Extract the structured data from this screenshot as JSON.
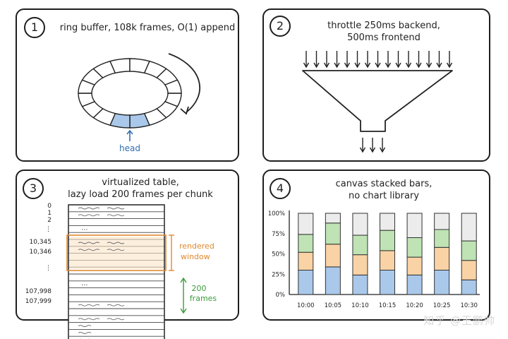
{
  "panels": [
    {
      "number": "1",
      "title": "ring buffer, 108k frames, O(1) append",
      "head_label": "head"
    },
    {
      "number": "2",
      "title_line1": "throttle 250ms backend,",
      "title_line2": "500ms frontend"
    },
    {
      "number": "3",
      "title_line1": "virtualized table,",
      "title_line2": "lazy load 200 frames per chunk",
      "row_labels": [
        "0",
        "1",
        "2",
        "⋮",
        "10,345",
        "10,346",
        "⋮",
        "107,998",
        "107,999"
      ],
      "rendered_label_line1": "rendered",
      "rendered_label_line2": "window",
      "frames_label_line1": "200",
      "frames_label_line2": "frames"
    },
    {
      "number": "4",
      "title_line1": "canvas stacked bars,",
      "title_line2": "no chart library"
    }
  ],
  "colors": {
    "blue": "#a9c8ea",
    "orange": "#f9d3a6",
    "green": "#bfe3b4",
    "gray": "#ececec",
    "head": "#2f6fb3",
    "window": "#e0892e",
    "frames": "#3a9a3a"
  },
  "chart_data": {
    "type": "bar",
    "stacked": true,
    "categories": [
      "10:00",
      "10:05",
      "10:10",
      "10:15",
      "10:20",
      "10:25",
      "10:30"
    ],
    "yticks": [
      "100%",
      "75%",
      "50%",
      "25%",
      "0%"
    ],
    "ylim": [
      0,
      100
    ],
    "series": [
      {
        "color": "blue",
        "values": [
          30,
          34,
          24,
          30,
          24,
          30,
          18
        ]
      },
      {
        "color": "orange",
        "values": [
          22,
          28,
          25,
          24,
          22,
          28,
          24
        ]
      },
      {
        "color": "green",
        "values": [
          22,
          26,
          24,
          25,
          24,
          22,
          24
        ]
      },
      {
        "color": "gray",
        "values": [
          26,
          12,
          27,
          21,
          30,
          20,
          34
        ]
      }
    ]
  },
  "watermark": "知乎 @王鹏帅"
}
